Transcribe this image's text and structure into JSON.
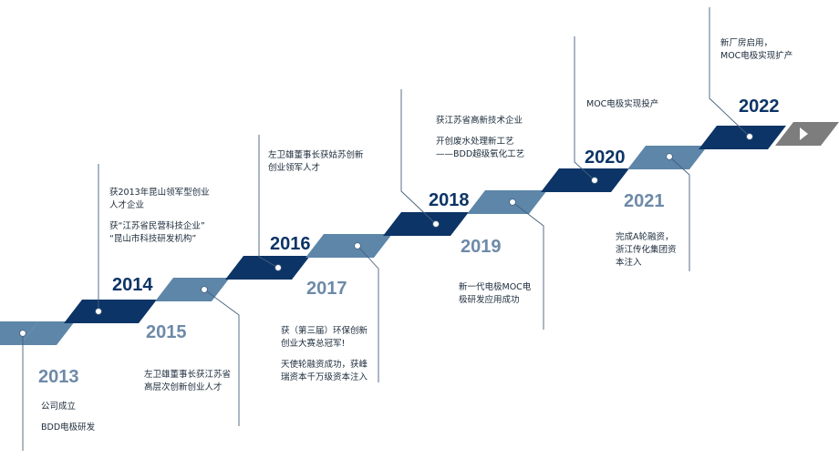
{
  "colors": {
    "dark": "#0c3466",
    "light": "#5d86a8",
    "gray": "#7d7d7d",
    "line": "#44607e"
  },
  "milestones": [
    {
      "year": "2013",
      "lines": [
        "公司成立",
        "BDD电极研发"
      ]
    },
    {
      "year": "2014",
      "lines": [
        "获2013年昆山领军型创业",
        "人才企业",
        "获“江苏省民营科技企业”",
        "“昆山市科技研发机构”"
      ]
    },
    {
      "year": "2015",
      "lines": [
        "左卫雄董事长获江苏省",
        "高层次创新创业人才"
      ]
    },
    {
      "year": "2016",
      "lines": [
        "左卫雄董事长获姑苏创新",
        "创业领军人才"
      ]
    },
    {
      "year": "2017",
      "lines": [
        "获（第三届）环保创新",
        "创业大赛总冠军!",
        "天使轮融资成功，获峰",
        "瑞资本千万级资本注入"
      ]
    },
    {
      "year": "2018",
      "lines": [
        "获江苏省高新技术企业",
        "开创废水处理新工艺",
        "——BDD超级氧化工艺"
      ]
    },
    {
      "year": "2019",
      "lines": [
        "新一代电极MOC电",
        "极研发应用成功"
      ]
    },
    {
      "year": "2020",
      "lines": [
        "MOC电极实现投产"
      ]
    },
    {
      "year": "2021",
      "lines": [
        "完成A轮融资，",
        "浙江传化集团资",
        "本注入"
      ]
    },
    {
      "year": "2022",
      "lines": [
        "新厂房启用，",
        "MOC电极实现扩产"
      ]
    }
  ]
}
